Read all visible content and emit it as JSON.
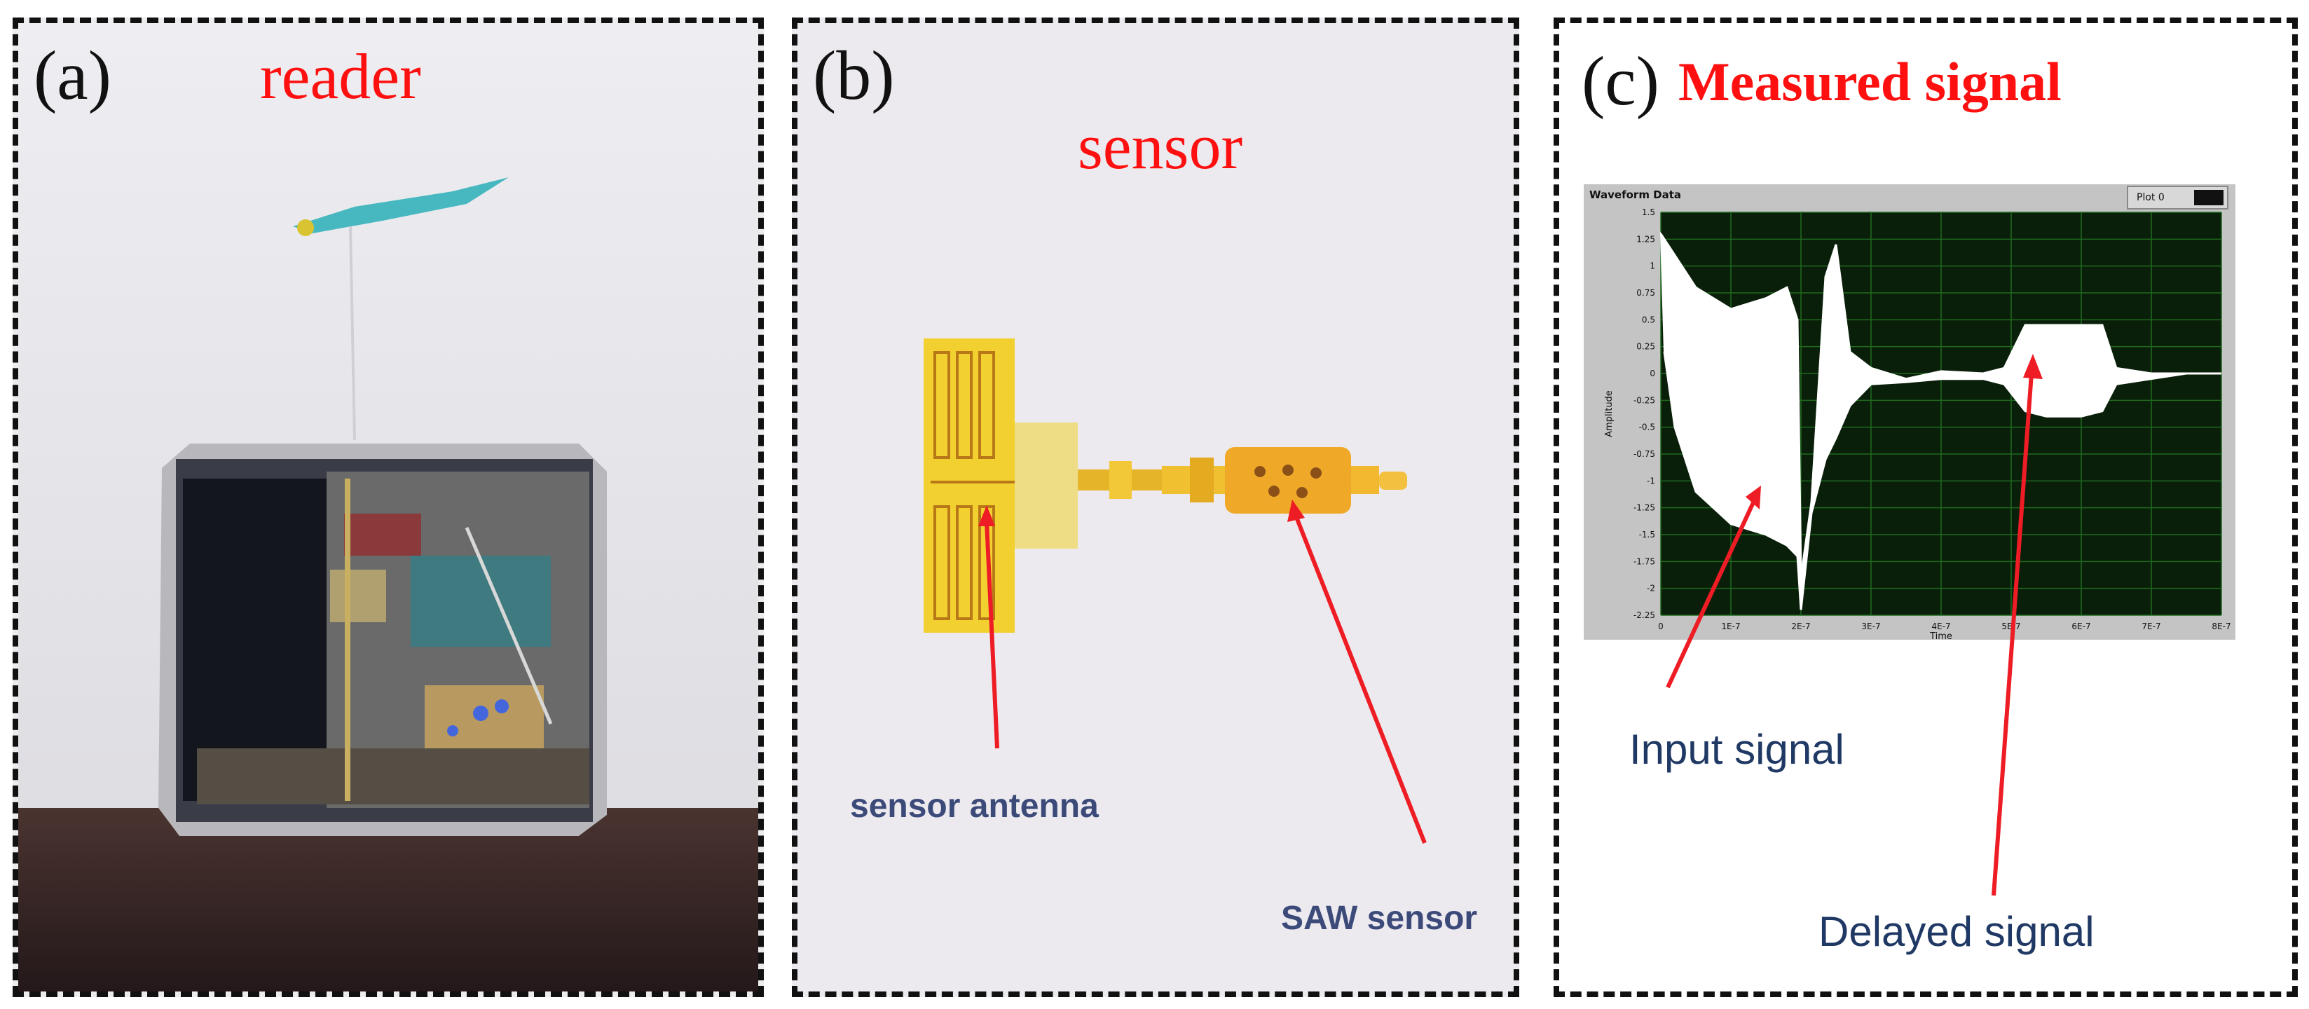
{
  "panels": {
    "a": {
      "tag": "(a)",
      "title": "reader"
    },
    "b": {
      "tag": "(b)",
      "title": "sensor",
      "label_antenna": "sensor antenna",
      "label_saw": "SAW sensor"
    },
    "c": {
      "tag": "(c)",
      "title": "Measured signal",
      "label_input": "Input signal",
      "label_delayed": "Delayed signal",
      "chart_data": {
        "type": "line",
        "title": "Waveform Data",
        "legend": "Plot 0",
        "xlabel": "Time",
        "ylabel": "Amplitude",
        "xlim": [
          0,
          8e-07
        ],
        "ylim": [
          -2.25,
          1.5
        ],
        "x_ticks": [
          "0",
          "1E-7",
          "2E-7",
          "3E-7",
          "4E-7",
          "5E-7",
          "6E-7",
          "7E-7",
          "8E-7"
        ],
        "y_ticks": [
          "1.5",
          "1.25",
          "1",
          "0.75",
          "0.5",
          "0.25",
          "0",
          "-0.25",
          "-0.5",
          "-0.75",
          "-1",
          "-1.25",
          "-1.5",
          "-1.75",
          "-2",
          "-2.25"
        ],
        "grid": true,
        "series": [
          {
            "x": [
              0,
              2e-08,
              5e-08,
              1e-07,
              1.5e-07,
              1.8e-07,
              1.95e-07,
              2e-07,
              2.15e-07,
              2.35e-07,
              2.5e-07,
              2.7e-07,
              3e-07,
              3.5e-07,
              4e-07,
              4.6e-07,
              4.9e-07,
              5.2e-07,
              5.5e-07,
              6e-07,
              6.3e-07,
              6.5e-07,
              7e-07,
              7.5e-07,
              8e-07
            ],
            "y": [
              1.3,
              1.1,
              0.8,
              0.6,
              0.7,
              0.8,
              0.5,
              -1.9,
              -1.2,
              0.9,
              1.2,
              0.2,
              0.05,
              -0.05,
              0.02,
              0,
              0.05,
              0.45,
              0.45,
              0.45,
              0.45,
              0.05,
              0,
              0,
              0
            ]
          },
          {
            "x": [
              5e-09,
              2e-08,
              5e-08,
              1e-07,
              1.5e-07,
              1.8e-07,
              1.95e-07,
              2e-07,
              2.15e-07,
              2.35e-07,
              2.5e-07,
              2.7e-07,
              3e-07,
              3.5e-07,
              4e-07,
              4.6e-07,
              4.9e-07,
              5.2e-07,
              5.5e-07,
              6e-07,
              6.3e-07,
              6.5e-07,
              7e-07,
              7.5e-07,
              8e-07
            ],
            "y": [
              0.2,
              -0.5,
              -1.1,
              -1.4,
              -1.5,
              -1.6,
              -1.7,
              -2.2,
              -1.3,
              -0.8,
              -0.6,
              -0.3,
              -0.1,
              -0.08,
              -0.05,
              -0.05,
              -0.1,
              -0.35,
              -0.4,
              -0.4,
              -0.35,
              -0.1,
              -0.05,
              0,
              0
            ]
          }
        ]
      }
    }
  },
  "colors": {
    "title_red": "#ff1010",
    "arrow_red": "#ee1c24",
    "label_navy": "#3c4a7a",
    "label_blue": "#1f3864",
    "plot_bg": "#0a1f0a",
    "grid": "#1f6a1f",
    "frame": "#c4c4c4"
  }
}
